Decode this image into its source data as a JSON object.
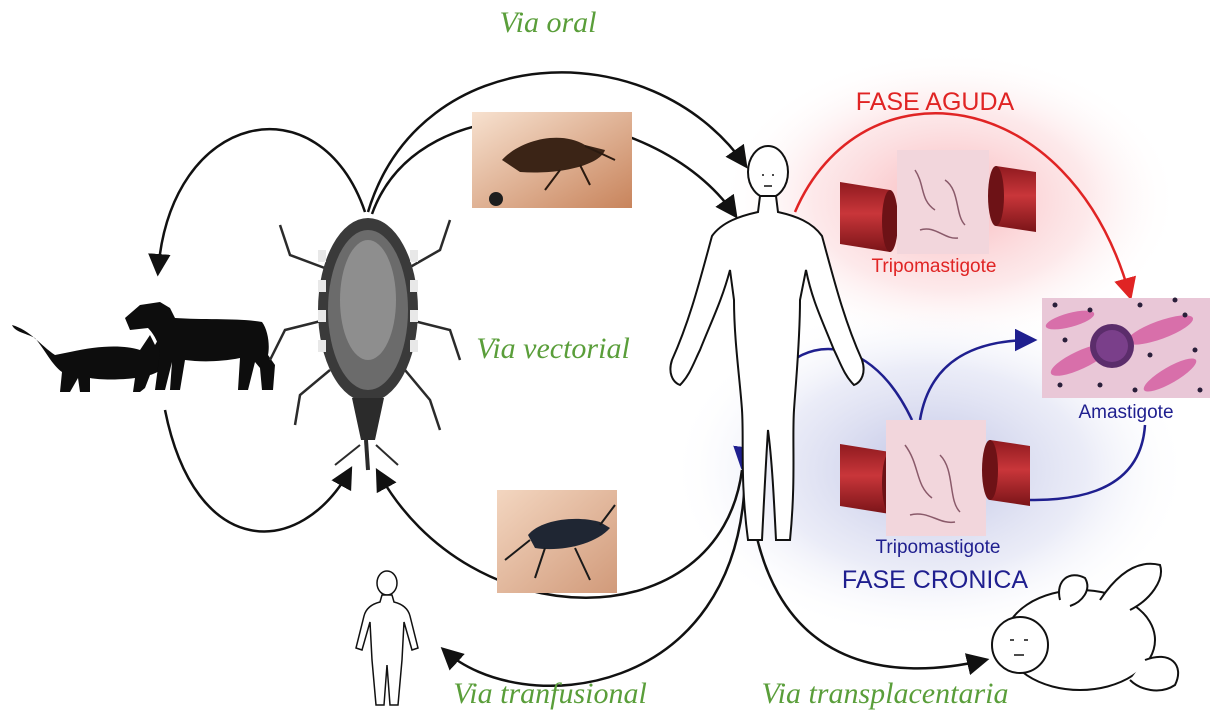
{
  "routes": {
    "oral": "Via oral",
    "vectorial": "Via vectorial",
    "transfusional": "Via tranfusional",
    "transplacental": "Via transplacentaria"
  },
  "phases": {
    "acute": "FASE AGUDA",
    "chronic": "FASE CRONICA"
  },
  "stages": {
    "acute_tripomastigote": "Tripomastigote",
    "chronic_tripomastigote": "Tripomastigote",
    "amastigote": "Amastigote"
  },
  "colors": {
    "route_text": "#5a9e3a",
    "acute": "#e02424",
    "chronic": "#1f1f8f",
    "arrow": "#111111",
    "vessel": "#b8282c",
    "smear": "#f2d6dc"
  },
  "icons": {
    "reservoir": "cat-and-dog-silhouette",
    "vector": "triatomine-bug",
    "host": "human-figure",
    "donor": "small-human-figure",
    "newborn": "baby"
  }
}
